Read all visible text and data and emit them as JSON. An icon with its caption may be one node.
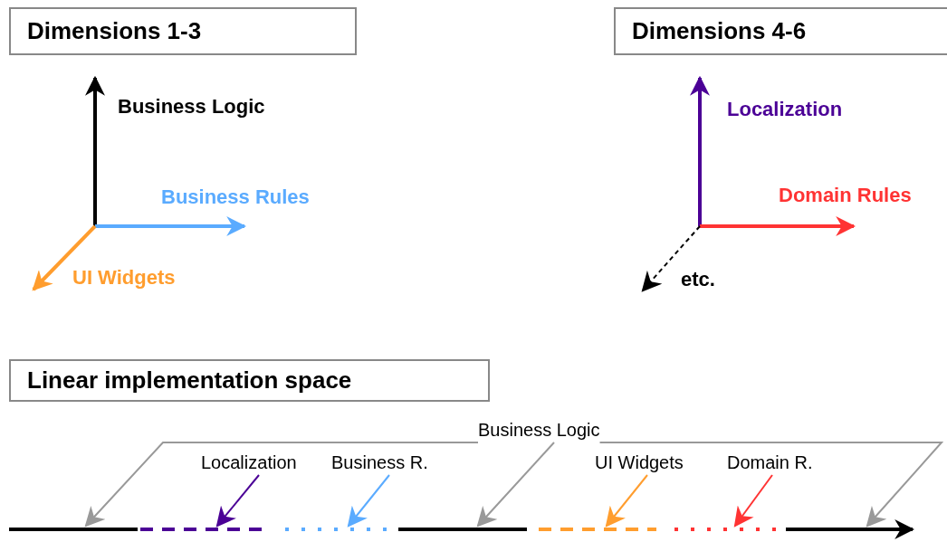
{
  "diagram": {
    "nodes": [
      {
        "text": [
          "Dimensions 1-3"
        ]
      },
      {
        "text": [
          "Dimensions 4-6"
        ]
      },
      {
        "text": [
          "Linear implementation space"
        ]
      },
      {
        "text": [
          "Business Logic"
        ]
      },
      {
        "text": [
          "Localization"
        ]
      },
      {
        "text": [
          "Business R."
        ]
      },
      {
        "text": [
          "UI Widgets"
        ]
      },
      {
        "text": [
          "Domain R."
        ]
      },
      {
        "text": [],
        "shape": "bar"
      },
      {
        "text": [],
        "shape": "bar"
      },
      {
        "text": [],
        "shape": "bar"
      },
      {
        "text": [],
        "shape": "bar"
      },
      {
        "text": [],
        "shape": "bar"
      },
      {
        "text": [],
        "shape": "bar"
      },
      {
        "text": [],
        "shape": "bar"
      }
    ],
    "edges": [
      {
        "from": 3,
        "to": 8,
        "arrow": "to",
        "color": "#999999"
      },
      {
        "from": 3,
        "to": 11,
        "arrow": "to",
        "color": "#999999"
      },
      {
        "from": 3,
        "to": 14,
        "arrow": "to",
        "color": "#999999"
      },
      {
        "from": 4,
        "to": 9,
        "arrow": "to",
        "color": "#4b0096"
      },
      {
        "from": 5,
        "to": 10,
        "arrow": "to",
        "color": "#5aabff"
      },
      {
        "from": 6,
        "to": 12,
        "arrow": "to",
        "color": "#ff9d2e"
      },
      {
        "from": 7,
        "to": 13,
        "arrow": "to",
        "color": "#ff3333"
      }
    ],
    "labels": [
      "Business Logic",
      "Business Rules",
      "UI Widgets",
      "Localization",
      "Domain Rules",
      "etc."
    ]
  }
}
